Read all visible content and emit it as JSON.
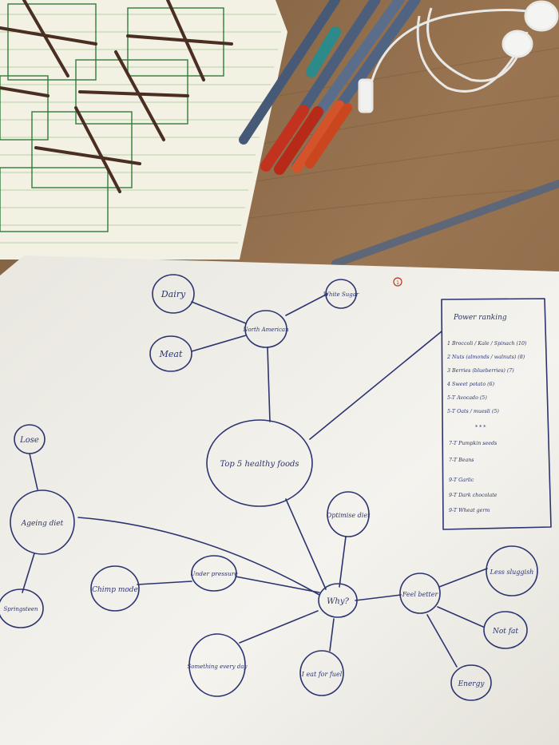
{
  "mindmap": {
    "center": "Top 5 healthy foods",
    "nodes": {
      "dairy": "Dairy",
      "meat": "Meat",
      "white_sugar": "White Sugar",
      "north_american": "North American",
      "lose": "Lose",
      "ageing_diet": "Ageing diet",
      "springsteen": "Springsteen",
      "chimp_mode": "Chimp mode",
      "under_pressure": "Under pressure",
      "why": "Why?",
      "optimise_diet": "Optimise diet",
      "feel_better": "Feel better",
      "less_sluggish": "Less sluggish",
      "not_fat": "Not fat",
      "energy": "Energy",
      "something_every_day": "Something every day",
      "eat_for_fuel": "I eat for fuel"
    },
    "power_ranking": {
      "title": "Power ranking",
      "items": [
        "1 Broccoli / Kale / Spinach (10)",
        "2 Nuts (almonds / walnuts) (8)",
        "3 Berries (blueberries) (7)",
        "4 Sweet potato (6)",
        "5-T Avocado (5)",
        "5-T Oats / muesli (5)",
        "* * *",
        "7-T Pumpkin seeds",
        "7-T Beans",
        "9-T Garlic",
        "9-T Dark chocolate",
        "9-T Wheat germ"
      ]
    },
    "page_number": "1"
  },
  "colors": {
    "desk": "#8a6a48",
    "paper": "#f2f1ec",
    "ink": "#2c3470",
    "notebook_rule": "#b9cfa8",
    "notebook_green": "#2f7a3a",
    "pen_red": "#c3321f",
    "pen_blue": "#5a6e8c"
  }
}
